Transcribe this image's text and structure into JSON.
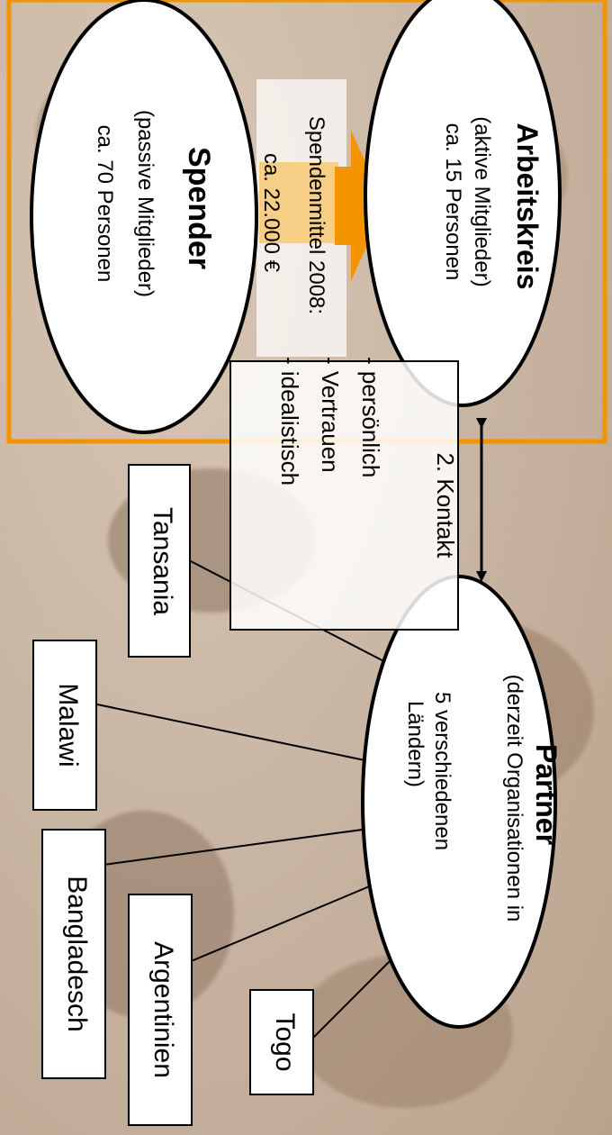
{
  "nodes": {
    "arbeitskreis": {
      "title": "Arbeitskreis",
      "sub": "(aktive Mitglieder)",
      "count": "ca. 15 Personen"
    },
    "spender": {
      "title": "Spender",
      "sub": "(passive Mitglieder)",
      "count": "ca. 70 Personen"
    },
    "partner": {
      "title": "Partner",
      "sub1": "(derzeit Organisationen in",
      "sub2": "5 verschiedenen",
      "sub3": "Ländern)"
    }
  },
  "spenden": {
    "line1": "Spendenmittel 2008:",
    "line2": "ca. 22.000 €"
  },
  "kontakt": {
    "title": "2. Kontakt",
    "items": [
      "- persönlich",
      "- Vertrauen",
      "- idealistisch"
    ]
  },
  "countries": [
    "Tansania",
    "Malawi",
    "Bangladesch",
    "Argentinien",
    "Togo"
  ],
  "colors": {
    "accent": "#f29400",
    "highlight": "#f7c873"
  }
}
